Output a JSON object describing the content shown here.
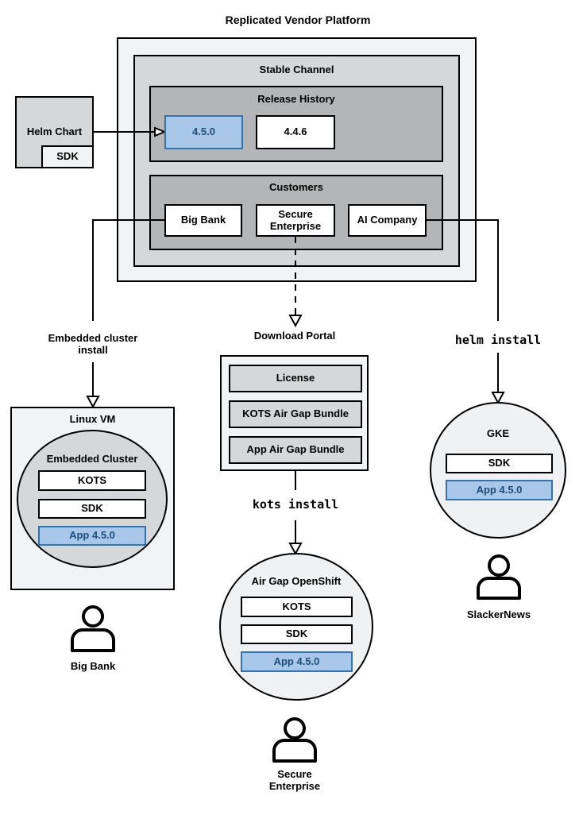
{
  "title": "Replicated Vendor Platform",
  "colors": {
    "gray_light": "#f2f3f4",
    "gray_mid": "#d6d7d8",
    "gray_dark": "#b4b5b6",
    "blue_fill": "#a9c7e9",
    "blue_border": "#2e75b6",
    "blue_text": "#1d4e79"
  },
  "platform": {
    "stable_channel_label": "Stable Channel",
    "release_history": {
      "label": "Release History",
      "releases": [
        {
          "version": "4.5.0",
          "highlighted": true
        },
        {
          "version": "4.4.6",
          "highlighted": false
        }
      ]
    },
    "customers": {
      "label": "Customers",
      "items": [
        {
          "name": "Big Bank"
        },
        {
          "name": "Secure Enterprise"
        },
        {
          "name": "AI Company"
        }
      ]
    }
  },
  "helm_chart": {
    "label": "Helm Chart",
    "sdk": "SDK"
  },
  "edges": {
    "embedded_cluster_install": "Embedded cluster install",
    "kots_install": "kots install",
    "helm_install": "helm install"
  },
  "download_portal": {
    "title": "Download Portal",
    "items": [
      {
        "name": "License"
      },
      {
        "name": "KOTS Air Gap Bundle"
      },
      {
        "name": "App Air Gap Bundle"
      }
    ]
  },
  "linux_vm": {
    "label": "Linux VM",
    "embedded_cluster": {
      "label": "Embedded Cluster",
      "kots": "KOTS",
      "sdk": "SDK",
      "app": "App 4.5.0"
    }
  },
  "airgap_openshift": {
    "label": "Air Gap OpenShift",
    "kots": "KOTS",
    "sdk": "SDK",
    "app": "App 4.5.0"
  },
  "gke": {
    "label": "GKE",
    "sdk": "SDK",
    "app": "App 4.5.0"
  },
  "personas": {
    "big_bank": "Big Bank",
    "secure_enterprise": "Secure Enterprise",
    "slackernews": "SlackerNews"
  }
}
